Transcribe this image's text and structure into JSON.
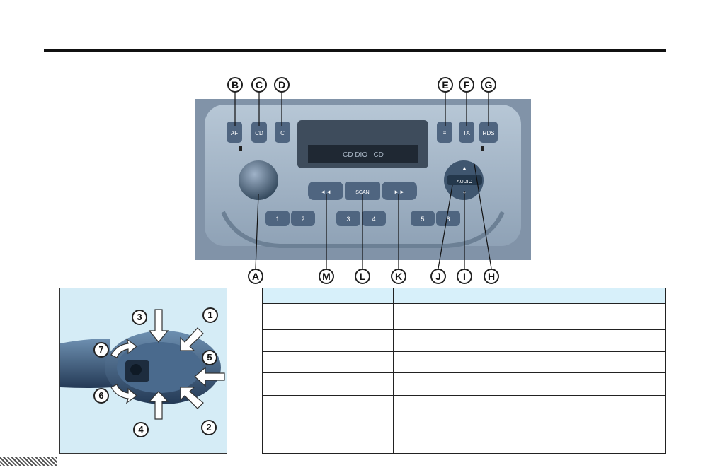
{
  "callouts_top": [
    "B",
    "C",
    "D",
    "E",
    "F",
    "G"
  ],
  "callouts_bottom": [
    "A",
    "M",
    "L",
    "K",
    "J",
    "I",
    "H"
  ],
  "radio": {
    "top_left_buttons": [
      "AF",
      "CD",
      "C"
    ],
    "top_right_buttons": [
      "≡",
      "TA",
      "RDS"
    ],
    "rows": [
      "1",
      "2",
      "3",
      "4",
      "5",
      "6"
    ],
    "seek_back": "◄◄",
    "scan": "SCAN",
    "seek_forward": "►►",
    "audio": "AUDIO"
  },
  "stalk_numbers": [
    "1",
    "2",
    "3",
    "4",
    "5",
    "6",
    "7"
  ],
  "legend_table": {
    "rows": [
      [
        "",
        ""
      ],
      [
        "",
        ""
      ],
      [
        "",
        ""
      ],
      [
        "",
        ""
      ],
      [
        "",
        ""
      ],
      [
        "",
        ""
      ],
      [
        "",
        ""
      ],
      [
        "",
        ""
      ]
    ]
  },
  "colors": {
    "panel_bg": "#d5ecf6",
    "table_header": "#d7f0fa",
    "radio_face": "#9fb2c5"
  }
}
